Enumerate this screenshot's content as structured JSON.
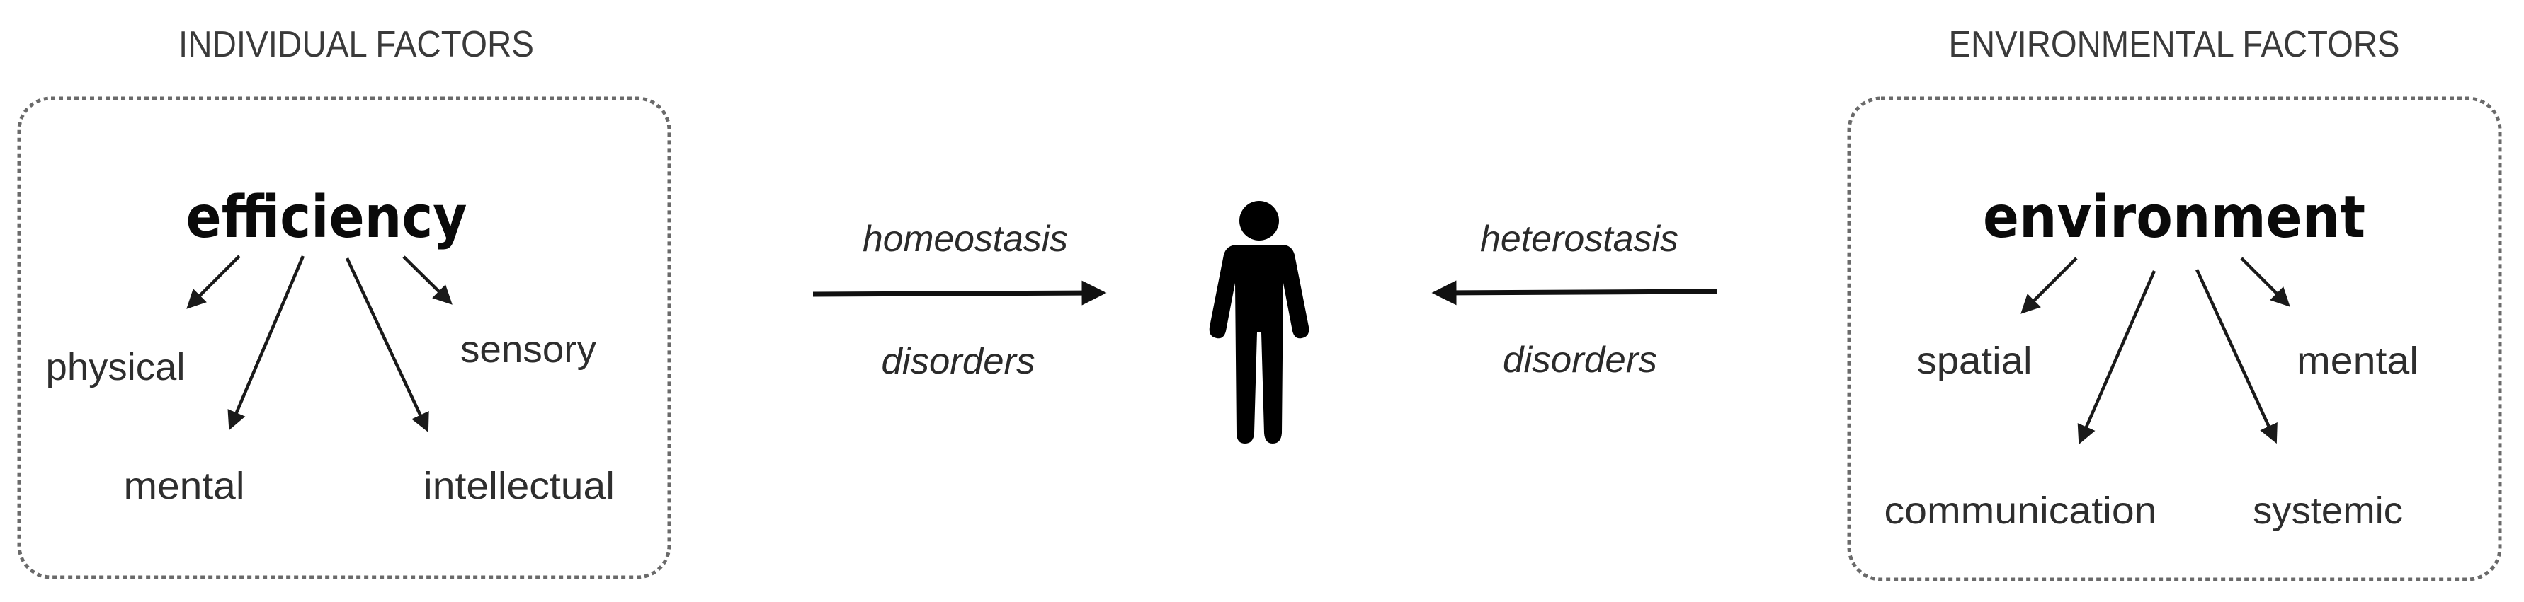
{
  "left_panel": {
    "title": "INDIVIDUAL FACTORS",
    "main_term": "efficiency",
    "factors": [
      "physical",
      "sensory",
      "mental",
      "intellectual"
    ]
  },
  "right_panel": {
    "title": "ENVIRONMENTAL FACTORS",
    "main_term": "environment",
    "factors": [
      "spatial",
      "mental",
      "communication",
      "systemic"
    ]
  },
  "center": {
    "left_flow": {
      "top_label": "homeostasis",
      "bottom_label": "disorders",
      "direction": "right"
    },
    "right_flow": {
      "top_label": "heterostasis",
      "bottom_label": "disorders",
      "direction": "left"
    },
    "figure_icon": "person-icon"
  },
  "colors": {
    "text": "#2e2e2e",
    "emphasis": "#0a0a0a",
    "box_border": "#6a6a6a",
    "background": "#ffffff"
  }
}
